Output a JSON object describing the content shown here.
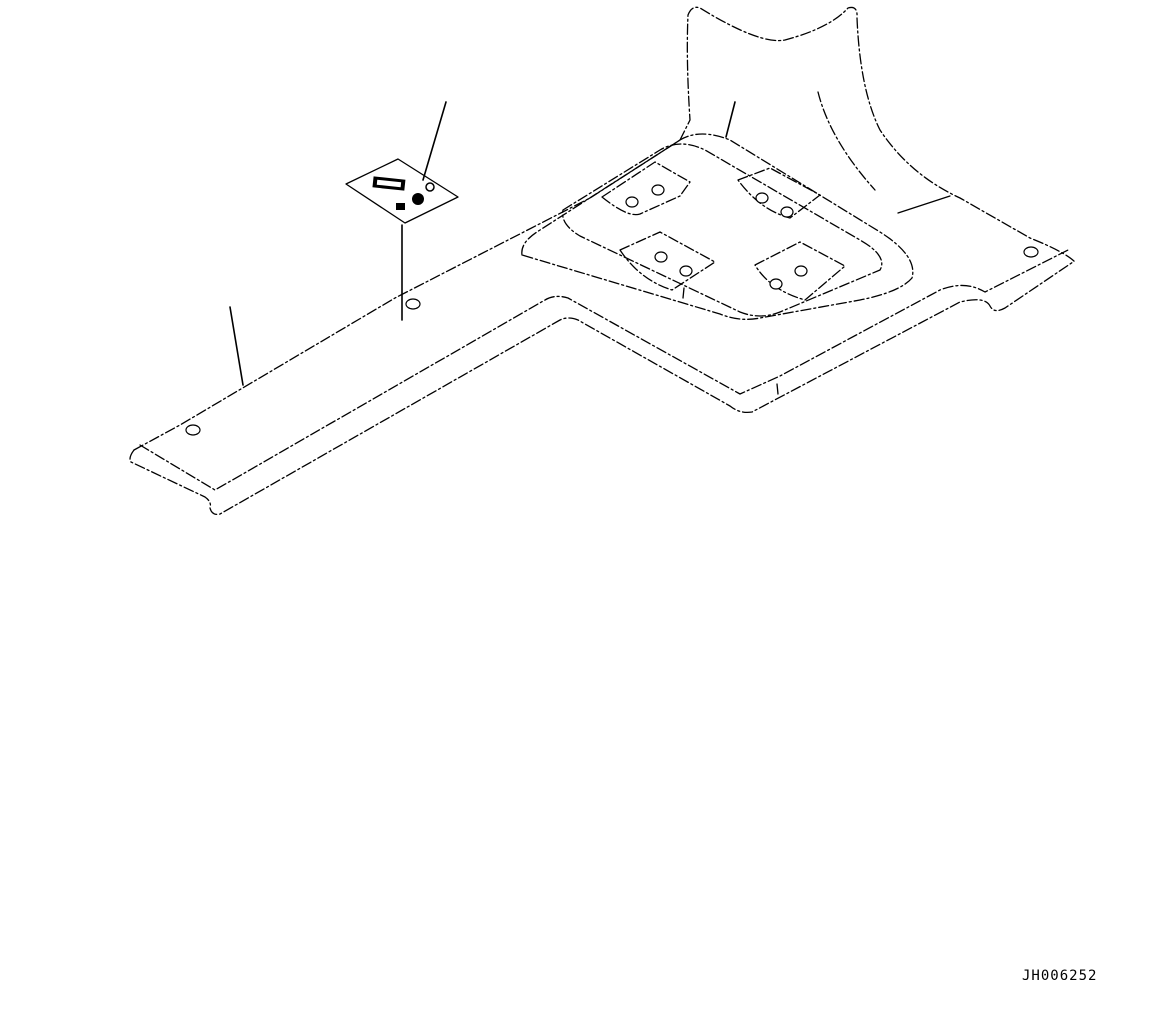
{
  "drawing": {
    "reference_code": "JH006252",
    "parts": [
      {
        "name": "floor-mat"
      },
      {
        "name": "caution-label"
      }
    ],
    "line_color": "#000000",
    "background_color": "#ffffff"
  }
}
